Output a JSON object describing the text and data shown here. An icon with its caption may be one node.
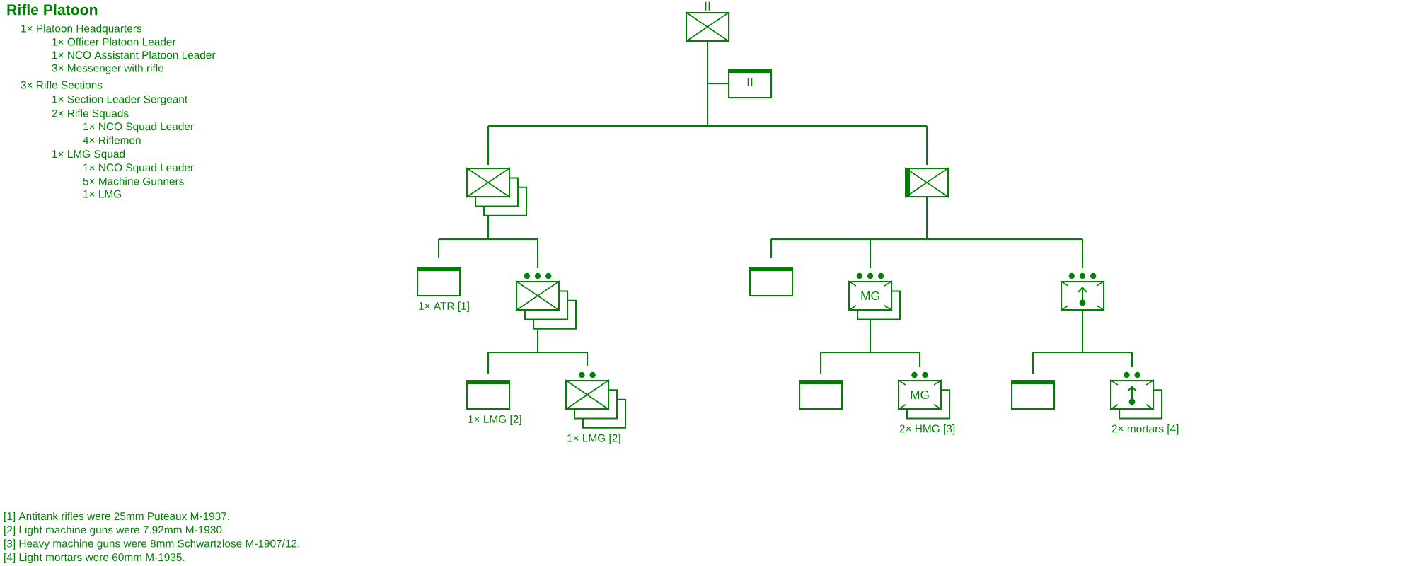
{
  "diagram": {
    "title": "Rifle Platoon",
    "nodes": [
      {
        "text": [
          "II"
        ]
      },
      {
        "text": [
          "II"
        ]
      },
      {
        "text": [],
        "shape": "box"
      },
      {
        "text": [],
        "shape": "box"
      },
      {
        "text": [],
        "shape": "box",
        "beside": [
          "1× ATR [1]"
        ]
      },
      {
        "text": [],
        "shape": "box"
      },
      {
        "text": [],
        "shape": "box"
      },
      {
        "text": [
          "MG"
        ]
      },
      {
        "text": [],
        "shape": "box"
      },
      {
        "text": [],
        "shape": "box",
        "beside": [
          "1× LMG [2]"
        ]
      },
      {
        "text": [],
        "shape": "box",
        "beside": [
          "1× LMG [2]"
        ]
      },
      {
        "text": [],
        "shape": "box"
      },
      {
        "text": [
          "MG"
        ],
        "beside": [
          "2× HMG [3]"
        ]
      },
      {
        "text": [],
        "shape": "box"
      },
      {
        "text": [],
        "shape": "box",
        "beside": [
          "2× mortars [4]"
        ]
      }
    ],
    "edges": [
      {
        "from": 0,
        "to": 1,
        "arrow": "none"
      },
      {
        "from": 0,
        "to": 2,
        "arrow": "none"
      },
      {
        "from": 0,
        "to": 3,
        "arrow": "none"
      },
      {
        "from": 2,
        "to": 4,
        "arrow": "none"
      },
      {
        "from": 2,
        "to": 5,
        "arrow": "none"
      },
      {
        "from": 3,
        "to": 6,
        "arrow": "none"
      },
      {
        "from": 3,
        "to": 7,
        "arrow": "none"
      },
      {
        "from": 3,
        "to": 8,
        "arrow": "none"
      },
      {
        "from": 5,
        "to": 9,
        "arrow": "none"
      },
      {
        "from": 5,
        "to": 10,
        "arrow": "none"
      },
      {
        "from": 7,
        "to": 11,
        "arrow": "none"
      },
      {
        "from": 7,
        "to": 12,
        "arrow": "none"
      },
      {
        "from": 8,
        "to": 13,
        "arrow": "none"
      },
      {
        "from": 8,
        "to": 14,
        "arrow": "none"
      }
    ],
    "labels": [
      "1× Platoon Headquarters",
      "1× Officer Platoon Leader",
      "1× NCO Assistant Platoon Leader",
      "3× Messenger with rifle",
      "3× Rifle Sections",
      "1× Section Leader Sergeant",
      "2× Rifle Squads",
      "1× NCO Squad Leader",
      "4× Riflemen",
      "1× LMG Squad",
      "1× NCO Squad Leader",
      "5× Machine Gunners",
      "1× LMG",
      "[1] Antitank rifles were 25mm Puteaux M-1937.",
      "[2] Light machine guns were 7.92mm M-1930.",
      "[3] Heavy machine guns were 8mm Schwartzlose M-1907/12.",
      "[4] Light mortars were 60mm M-1935."
    ]
  }
}
